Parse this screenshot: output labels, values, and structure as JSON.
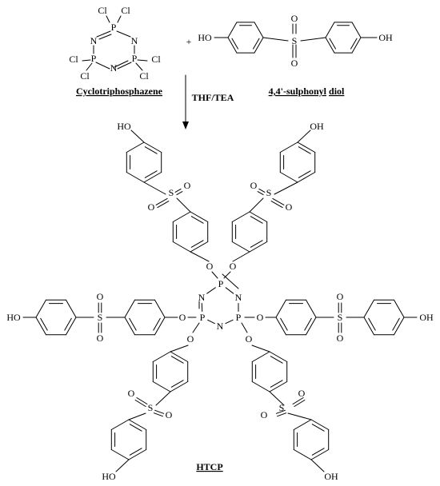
{
  "reactants": {
    "phosphazene": {
      "chlorine": "Cl",
      "nitrogen": "N",
      "phosphorus": "P",
      "name": "Cyclotriphosphazene"
    },
    "plus_sign": "+",
    "diol": {
      "hydroxyl_left": "HO",
      "hydroxyl_right": "OH",
      "sulfur": "S",
      "oxygen": "O",
      "name_part1": "4,4'-sulphonyl",
      "name_part2": "diol"
    }
  },
  "conditions": "THF/TEA",
  "product": {
    "hydroxyl_left": "HO",
    "hydroxyl_right": "OH",
    "sulfur": "S",
    "oxygen": "O",
    "nitrogen": "N",
    "phosphorus": "P",
    "name": "HTCP"
  }
}
